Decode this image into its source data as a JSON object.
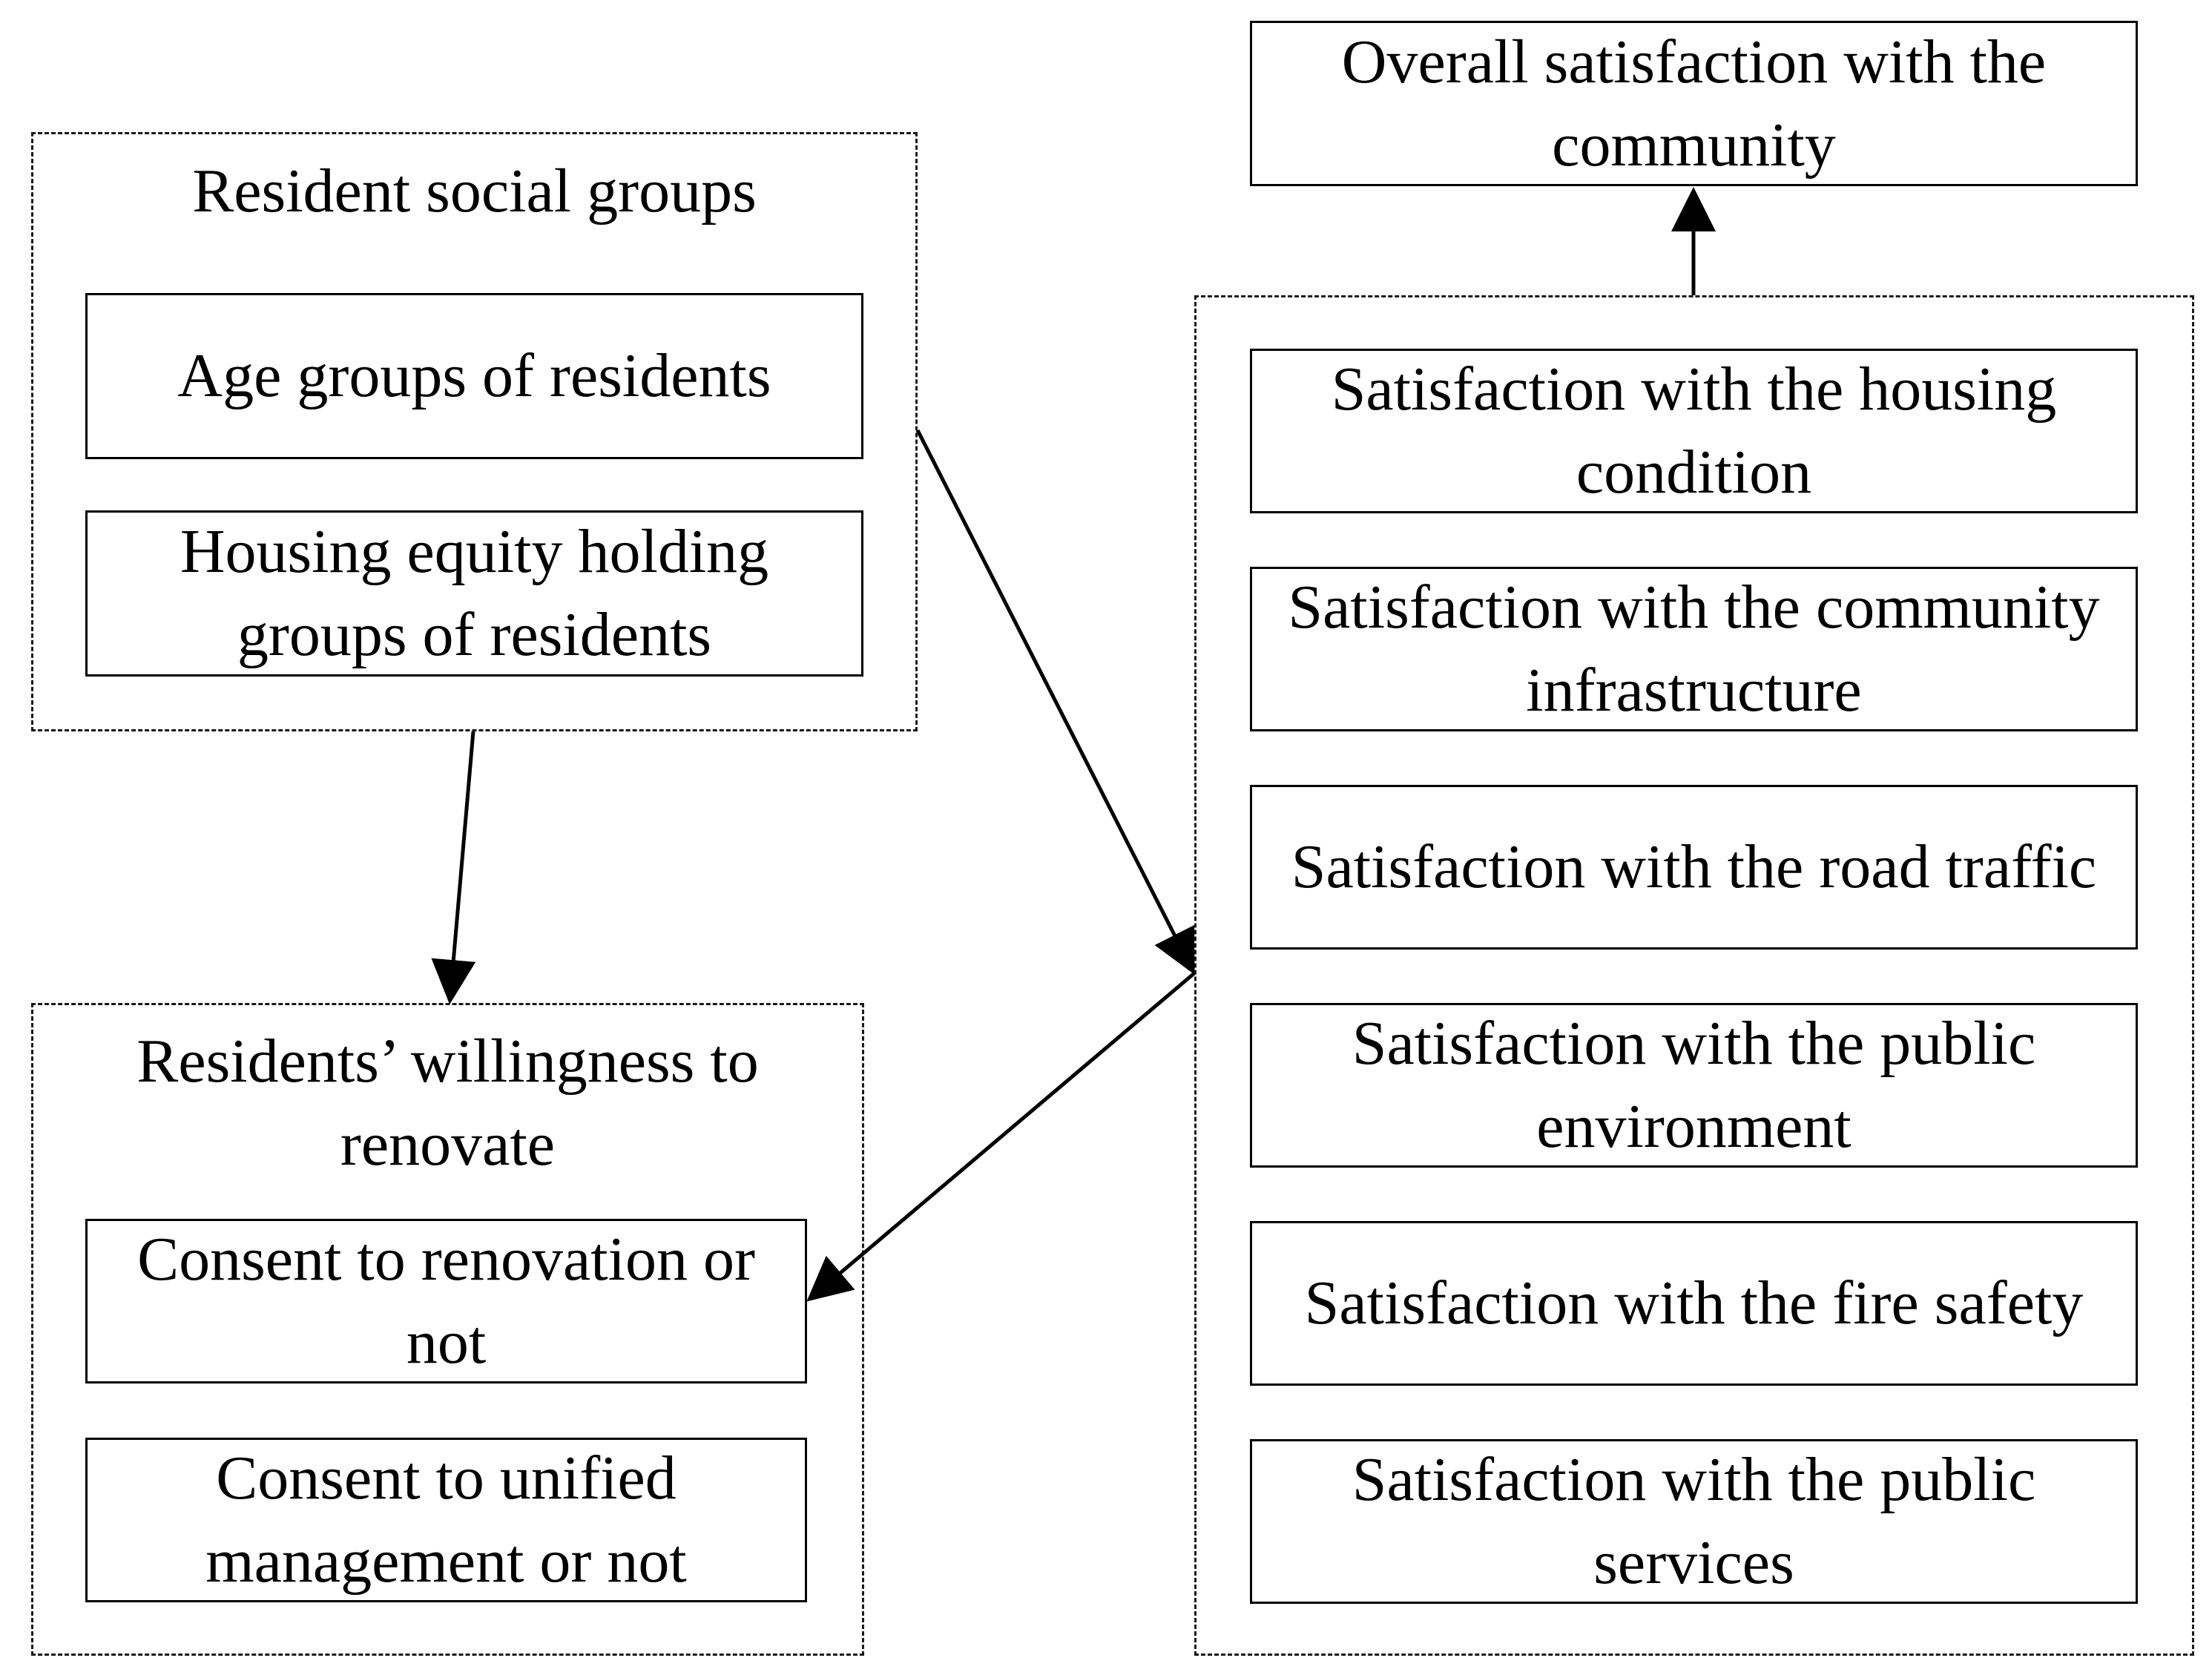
{
  "social_groups": {
    "title": "Resident social groups",
    "items": [
      "Age groups of residents",
      "Housing equity holding groups of residents"
    ]
  },
  "willingness": {
    "title": "Residents’ willingness to renovate",
    "items": [
      "Consent to renovation or not",
      "Consent to unified management or not"
    ]
  },
  "overall": {
    "label": "Overall satisfaction with the community"
  },
  "satisfaction": {
    "items": [
      "Satisfaction with the housing condition",
      "Satisfaction with the community infrastructure",
      "Satisfaction with the road traffic",
      "Satisfaction with the public environment",
      "Satisfaction with the fire safety",
      "Satisfaction with the public services"
    ]
  }
}
